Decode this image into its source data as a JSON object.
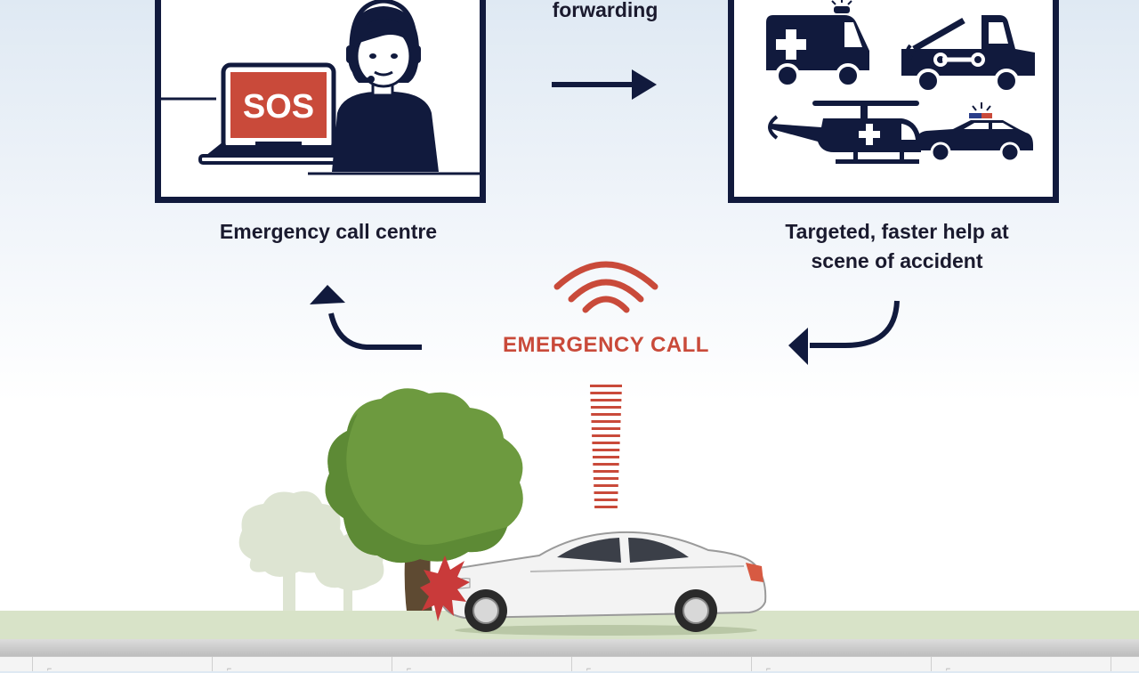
{
  "labels": {
    "forwarding": "forwarding",
    "call_centre": "Emergency call centre",
    "help_line1": "Targeted, faster help at",
    "help_line2": "scene of accident",
    "emergency_call": "EMERGENCY CALL",
    "sos": "SOS"
  },
  "colors": {
    "navy": "#111a3d",
    "red": "#c94a3a",
    "tree_green": "#6d9a3f",
    "tree_pale": "#dde4d2",
    "grass": "#d8e3c8"
  },
  "icons": {
    "arrow_forward": "arrow-right-icon",
    "arrow_return_left": "curved-arrow-up-left-icon",
    "arrow_return_right": "curved-arrow-down-left-icon",
    "signal": "wifi-signal-icon",
    "operator": "headset-operator-icon",
    "laptop": "laptop-icon",
    "ambulance": "ambulance-icon",
    "tow_truck": "tow-truck-icon",
    "helicopter": "rescue-helicopter-icon",
    "police_car": "police-car-icon",
    "crash_car": "crashed-car-icon",
    "tree": "tree-icon",
    "impact": "impact-burst-icon"
  }
}
